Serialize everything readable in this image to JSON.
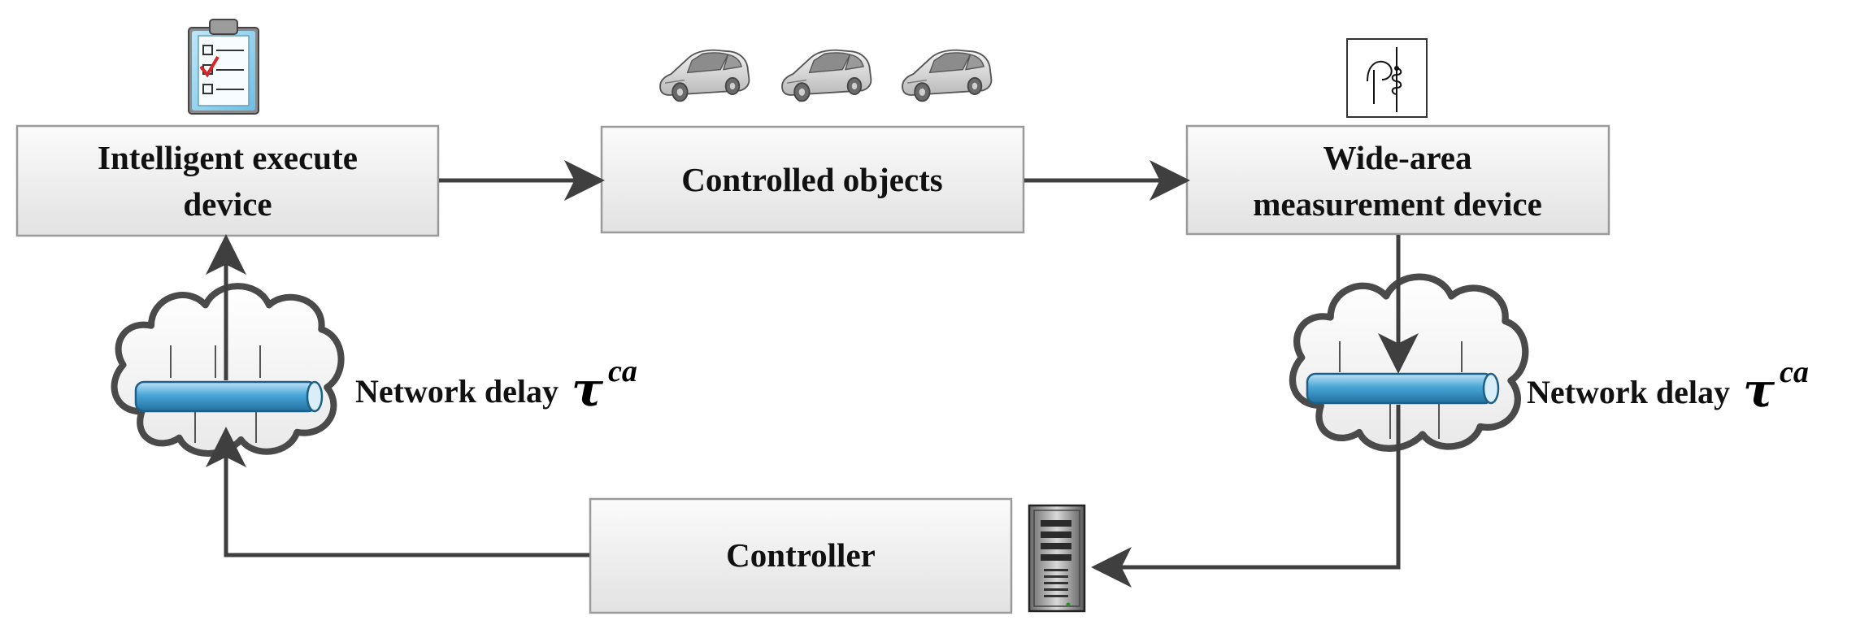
{
  "boxes": {
    "intelligent_execute_device": {
      "line1": "Intelligent execute",
      "line2": "device"
    },
    "controlled_objects": {
      "label": "Controlled objects"
    },
    "wide_area_measurement_device": {
      "line1": "Wide-area",
      "line2": "measurement device"
    },
    "controller": {
      "label": "Controller"
    }
  },
  "network_delays": {
    "left": {
      "text": "Network delay",
      "symbol": "τ",
      "superscript": "ca"
    },
    "right": {
      "text": "Network delay",
      "symbol": "τ",
      "superscript": "ca"
    }
  },
  "icons": {
    "checklist": "clipboard-checklist-icon",
    "cars": [
      "car-icon",
      "car-icon",
      "car-icon"
    ],
    "measurement": "measurement-sensor-icon",
    "server": "server-tower-icon",
    "clouds": [
      "network-cloud-icon",
      "network-cloud-icon"
    ]
  },
  "colors": {
    "box_fill_top": "#fbfbfb",
    "box_fill_bottom": "#e2e2e2",
    "box_stroke": "#9a9a9a",
    "arrow": "#3f3f3f",
    "pipe": "#4aa6d8",
    "cloud_stroke": "#4a4a4a"
  }
}
